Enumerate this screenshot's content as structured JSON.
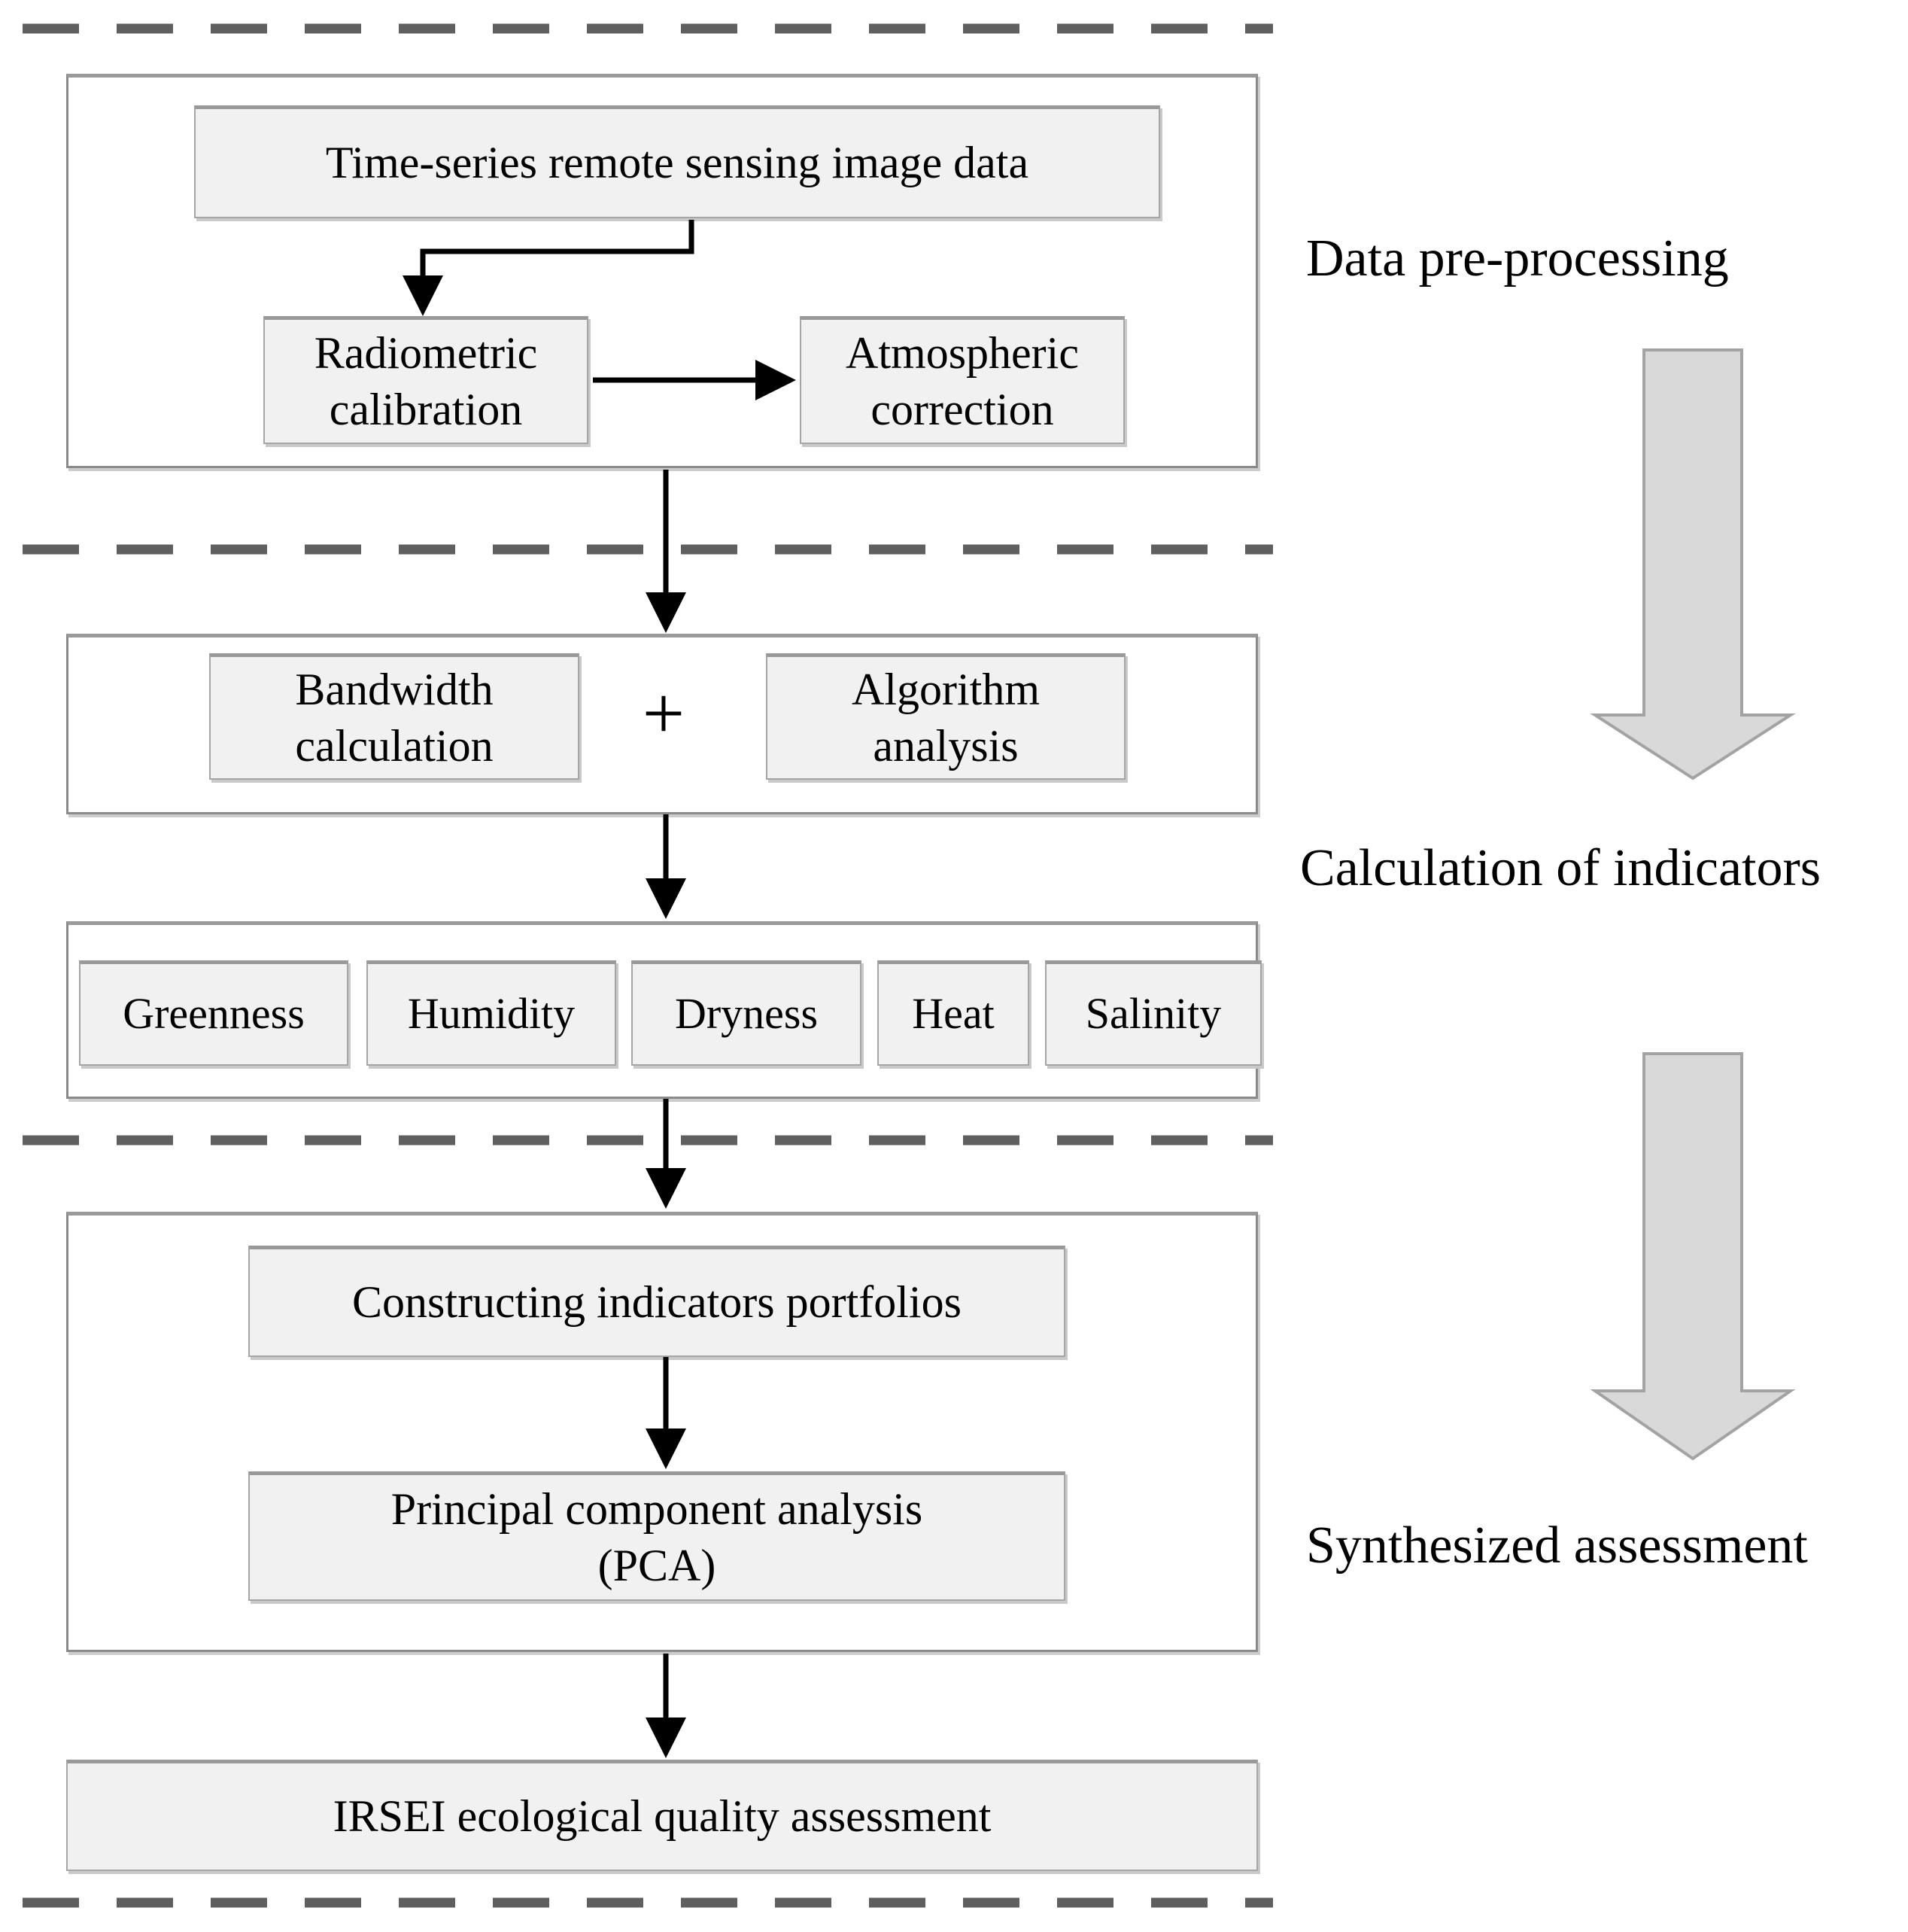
{
  "boxes": {
    "time_series": "Time-series remote sensing image data",
    "radiometric": "Radiometric calibration",
    "atmospheric": "Atmospheric correction",
    "bandwidth": "Bandwidth calculation",
    "plus_sign": "+",
    "algorithm": "Algorithm analysis",
    "indicators": [
      "Greenness",
      "Humidity",
      "Dryness",
      "Heat",
      "Salinity"
    ],
    "constructing": "Constructing indicators portfolios",
    "pca": {
      "line1": "Principal component analysis",
      "line2": "(PCA)"
    },
    "irsei": "IRSEI ecological quality assessment"
  },
  "stage_labels": {
    "preprocessing": "Data pre-processing",
    "calculation": "Calculation of indicators",
    "synthesis": "Synthesized assessment"
  },
  "colors": {
    "box_fill": "#f1f1f1",
    "box_border": "#a5a5a5",
    "container_border": "#8a8a8a",
    "dashed_line": "#5f5f5f",
    "black_arrow": "#000000",
    "stage_arrow_fill": "#d9d9d9",
    "stage_arrow_border": "#a3a3a3",
    "text": "#000000"
  }
}
